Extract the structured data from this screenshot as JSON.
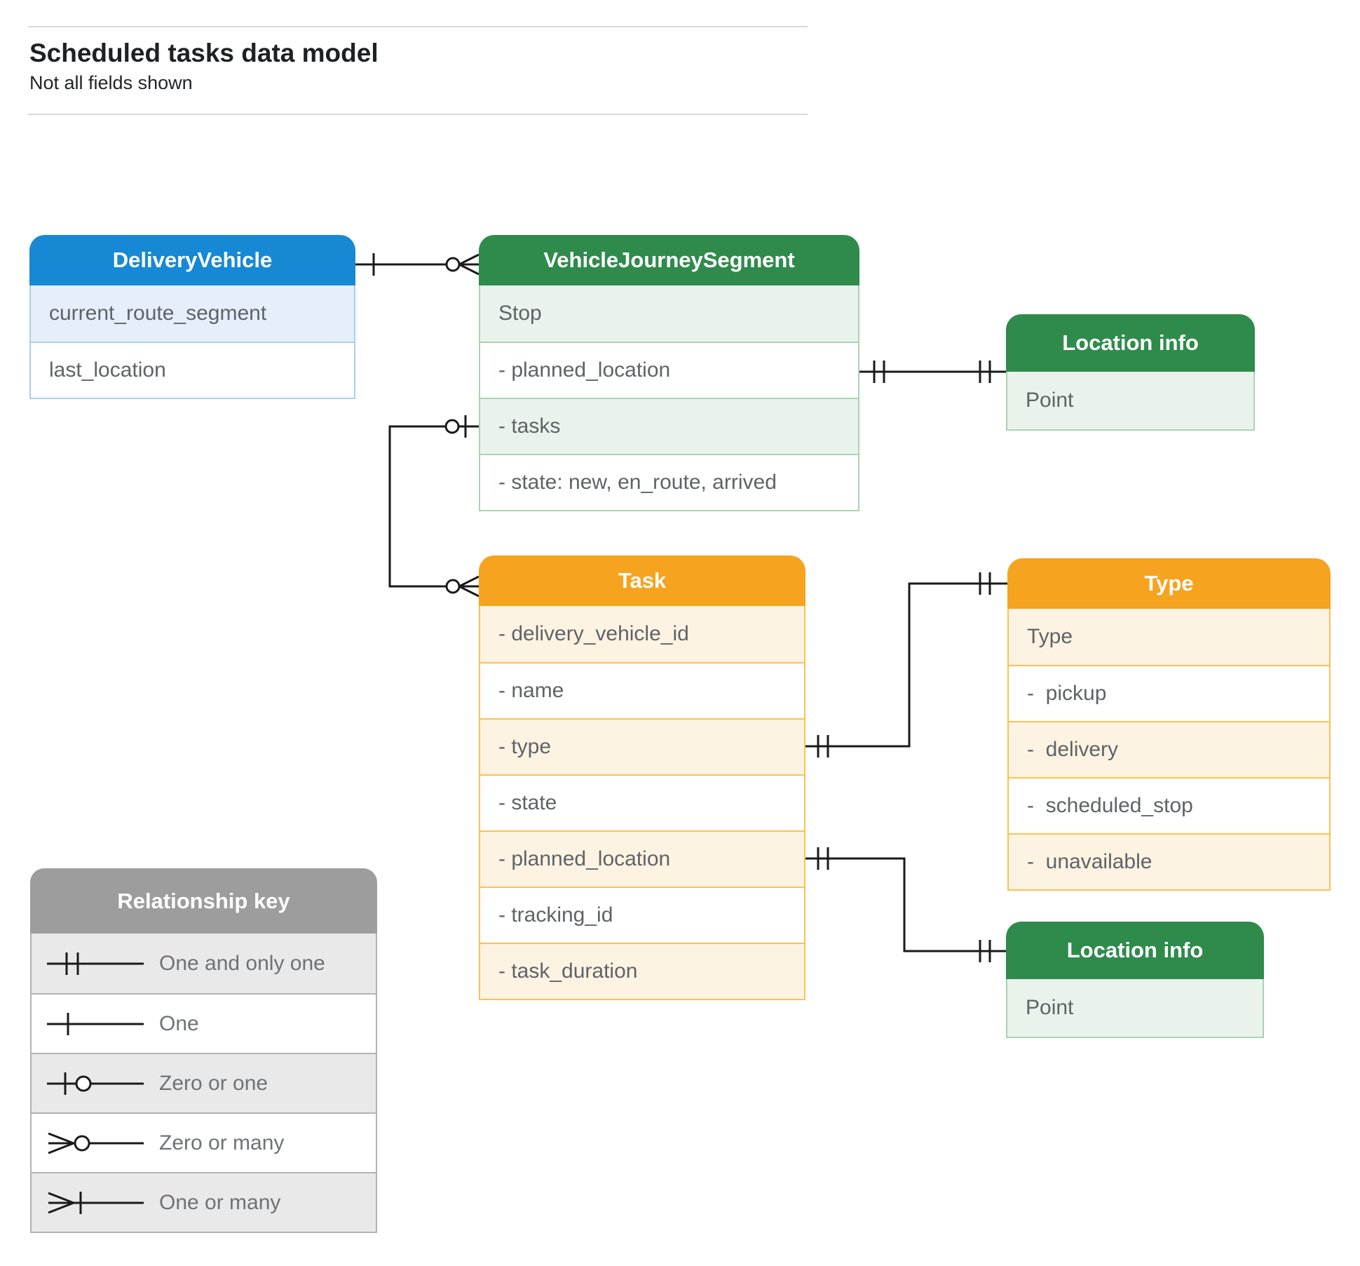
{
  "page": {
    "title": "Scheduled tasks data model",
    "subtitle": "Not all fields shown"
  },
  "colors": {
    "blue_header": "#1789d4",
    "blue_tint": "#e4effb",
    "blue_border": "#a9cff0",
    "green_header": "#2f8b4c",
    "green_tint": "#e9f3eb",
    "green_border": "#a9d4b4",
    "orange_header": "#f6a31f",
    "orange_tint": "#fdf3e2",
    "orange_border": "#fbc153",
    "gray_header": "#9d9d9d",
    "gray_tint": "#e9e9e9",
    "row_text": "#5f6368",
    "connector": "#1a1a1a"
  },
  "entities": {
    "delivery_vehicle": {
      "title": "DeliveryVehicle",
      "rows": [
        "current_route_segment",
        "last_location"
      ]
    },
    "vehicle_journey_segment": {
      "title": "VehicleJourneySegment",
      "rows": [
        "Stop",
        "- planned_location",
        "- tasks",
        "- state: new, en_route, arrived"
      ]
    },
    "location_info_top": {
      "title": "Location info",
      "rows": [
        "Point"
      ]
    },
    "task": {
      "title": "Task",
      "rows": [
        "- delivery_vehicle_id",
        "- name",
        "- type",
        "- state",
        "- planned_location",
        "- tracking_id",
        "- task_duration"
      ]
    },
    "type": {
      "title": "Type",
      "rows": [
        "Type",
        "-  pickup",
        "-  delivery",
        "-  scheduled_stop",
        "-  unavailable"
      ]
    },
    "location_info_bottom": {
      "title": "Location info",
      "rows": [
        "Point"
      ]
    }
  },
  "relationships": [
    {
      "from": "DeliveryVehicle",
      "to": "VehicleJourneySegment",
      "from_cardinality": "one",
      "to_cardinality": "zero-or-many"
    },
    {
      "from": "VehicleJourneySegment.planned_location",
      "to": "Location info (top)",
      "from_cardinality": "one-and-only-one",
      "to_cardinality": "one-and-only-one"
    },
    {
      "from": "VehicleJourneySegment.tasks",
      "to": "Task",
      "from_cardinality": "zero-or-one",
      "to_cardinality": "zero-or-many"
    },
    {
      "from": "Task.type",
      "to": "Type",
      "from_cardinality": "one-and-only-one",
      "to_cardinality": "one-and-only-one"
    },
    {
      "from": "Task.planned_location",
      "to": "Location info (bottom)",
      "from_cardinality": "one-and-only-one",
      "to_cardinality": "one-and-only-one"
    }
  ],
  "legend": {
    "title": "Relationship key",
    "items": [
      {
        "symbol": "one-and-only-one-icon",
        "label": "One and only one"
      },
      {
        "symbol": "one-icon",
        "label": "One"
      },
      {
        "symbol": "zero-or-one-icon",
        "label": "Zero or one"
      },
      {
        "symbol": "zero-or-many-icon",
        "label": "Zero or many"
      },
      {
        "symbol": "one-or-many-icon",
        "label": "One or many"
      }
    ]
  }
}
